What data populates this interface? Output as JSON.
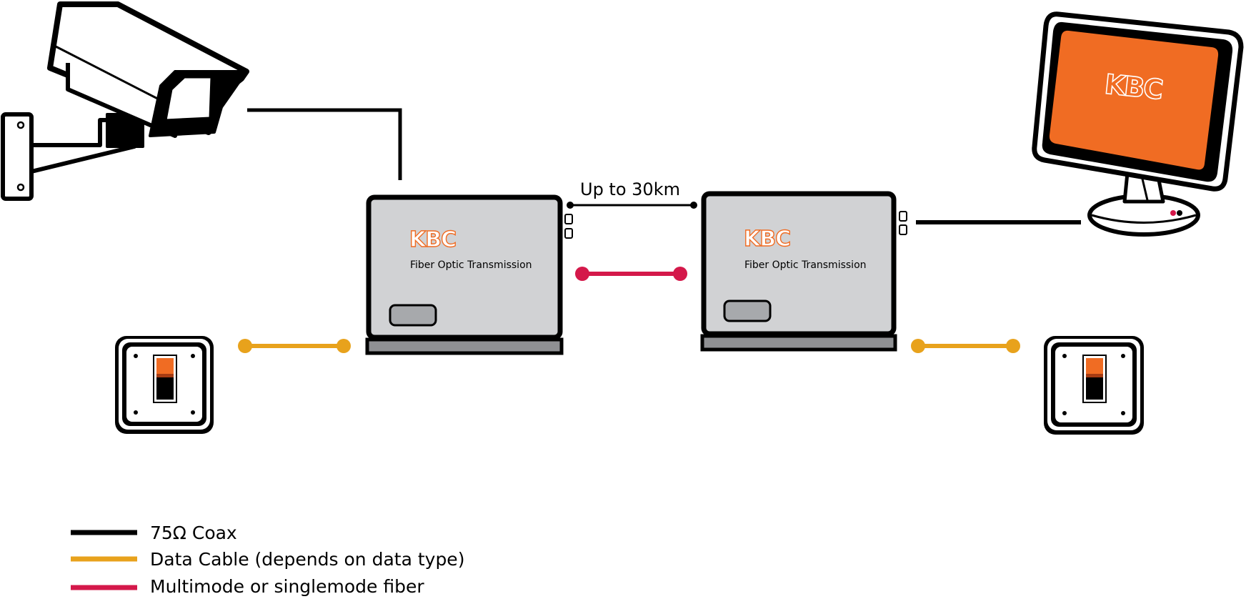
{
  "link": {
    "distance_label": "Up to 30km"
  },
  "units": [
    {
      "brand": "KBC",
      "caption": "Fiber Optic Transmission"
    },
    {
      "brand": "KBC",
      "caption": "Fiber Optic Transmission"
    }
  ],
  "monitor": {
    "brand": "KBC"
  },
  "legend": {
    "items": [
      {
        "label": "75Ω Coax",
        "color": "#000000"
      },
      {
        "label": "Data Cable (depends on data type)",
        "color": "#e8a21c"
      },
      {
        "label": "Multimode or singlemode fiber",
        "color": "#d4184a"
      }
    ]
  },
  "colors": {
    "unit_fill": "#d1d2d4",
    "unit_base": "#8f9093",
    "brand_orange": "#f06c23",
    "screen_orange": "#f06c23"
  },
  "icons": [
    "cctv-camera-icon",
    "monitor-icon",
    "wall-switch-icon"
  ]
}
